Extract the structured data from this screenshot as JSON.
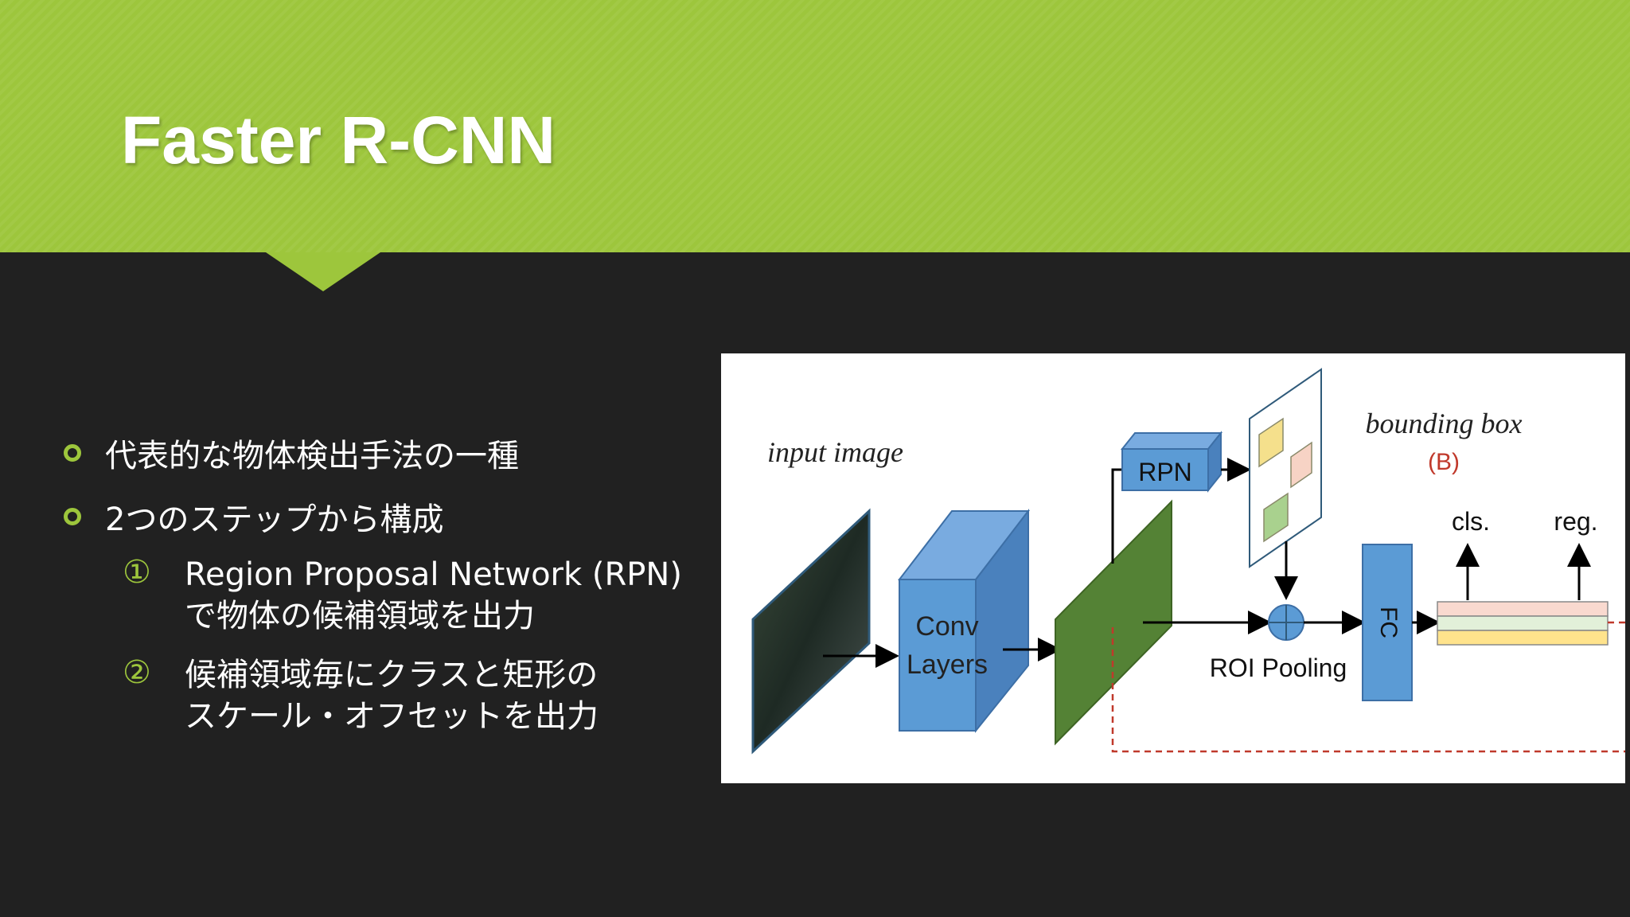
{
  "slide": {
    "title": "Faster R-CNN",
    "accent_color": "#9dc63c",
    "background_color": "#212121"
  },
  "bullets": [
    {
      "text": "代表的な物体検出手法の一種"
    },
    {
      "text": "2つのステップから構成"
    }
  ],
  "sub_bullets": [
    {
      "marker": "①",
      "lines": [
        "Region Proposal Network (RPN)",
        "で物体の候補領域を出力"
      ]
    },
    {
      "marker": "②",
      "lines": [
        "候補領域毎にクラスと矩形の",
        "スケール・オフセットを出力"
      ]
    }
  ],
  "diagram": {
    "input_label": "input image",
    "conv_label_1": "Conv",
    "conv_label_2": "Layers",
    "rpn_label": "RPN",
    "roi_label": "ROI Pooling",
    "fc_label": "FC",
    "bbox_label": "bounding box",
    "bbox_sub": "(B)",
    "cls_label": "cls.",
    "reg_label": "reg."
  }
}
